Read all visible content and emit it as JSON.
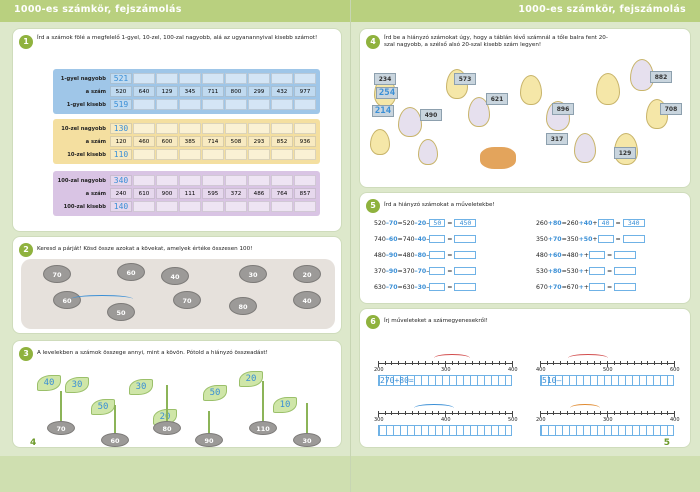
{
  "header": {
    "left_title": "1000-es számkör, fejszámolás",
    "right_title": "1000-es számkör, fejszámolás"
  },
  "page_numbers": {
    "left": "4",
    "right": "5"
  },
  "ex1": {
    "num": "1",
    "instruction": "Írd a számok fölé a megfelelő 1-gyel, 10-zel, 100-zal nagyobb, alá az ugyanannyival kisebb számot!",
    "tables": [
      {
        "color": "#9fc6e8",
        "rows": [
          {
            "label": "1-gyel nagyobb",
            "first": "521",
            "cells": [
              "",
              "",
              "",
              "",
              "",
              "",
              "",
              ""
            ]
          },
          {
            "label": "a szám",
            "first": "520",
            "cells": [
              "640",
              "129",
              "345",
              "711",
              "800",
              "299",
              "432",
              "977"
            ]
          },
          {
            "label": "1-gyel kisebb",
            "first": "519",
            "cells": [
              "",
              "",
              "",
              "",
              "",
              "",
              "",
              ""
            ]
          }
        ]
      },
      {
        "color": "#f4dfa0",
        "rows": [
          {
            "label": "10-zel nagyobb",
            "first": "130",
            "cells": [
              "",
              "",
              "",
              "",
              "",
              "",
              "",
              ""
            ]
          },
          {
            "label": "a szám",
            "first": "120",
            "cells": [
              "460",
              "600",
              "385",
              "714",
              "508",
              "293",
              "852",
              "936"
            ]
          },
          {
            "label": "10-zel kisebb",
            "first": "110",
            "cells": [
              "",
              "",
              "",
              "",
              "",
              "",
              "",
              ""
            ]
          }
        ]
      },
      {
        "color": "#d9c4e4",
        "rows": [
          {
            "label": "100-zal nagyobb",
            "first": "340",
            "cells": [
              "",
              "",
              "",
              "",
              "",
              "",
              "",
              ""
            ]
          },
          {
            "label": "a szám",
            "first": "240",
            "cells": [
              "610",
              "900",
              "111",
              "595",
              "372",
              "486",
              "764",
              "857"
            ]
          },
          {
            "label": "100-zal kisebb",
            "first": "140",
            "cells": [
              "",
              "",
              "",
              "",
              "",
              "",
              "",
              ""
            ]
          }
        ]
      }
    ]
  },
  "ex2": {
    "num": "2",
    "instruction": "Keresd a párját! Kösd össze azokat a kövekat, amelyek értéke összesen 100!",
    "stones": [
      "70",
      "60",
      "40",
      "30",
      "20",
      "60",
      "50",
      "70",
      "80",
      "40"
    ]
  },
  "ex3": {
    "num": "3",
    "instruction": "A levelekben a számok összege annyi, mint a kövön. Pótold a hiányzó összeadást!",
    "leaves": [
      "40",
      "30",
      "50",
      "30",
      "20",
      "50",
      "20",
      "10"
    ],
    "stones": [
      "70",
      "60",
      "80",
      "90",
      "110",
      "30"
    ]
  },
  "ex4": {
    "num": "4",
    "instruction": "Írd be a hiányzó számokat úgy, hogy a táblán lévő számnál a tőle balra fent 20-szal nagyobb, a szélső alsó 20-szal kisebb szám legyen!",
    "signs": [
      "234",
      "254",
      "214",
      "573",
      "621",
      "490",
      "882",
      "708",
      "896",
      "317",
      "129"
    ]
  },
  "ex5": {
    "num": "5",
    "instruction": "Írd a hiányzó számokat a műveletekbe!",
    "left": [
      {
        "a": "520",
        "op1": "–70",
        "eq": "=520",
        "op2": "–20",
        "op3": "–",
        "box": "50",
        "res": "450"
      },
      {
        "a": "740",
        "op1": "–60",
        "eq": "=740",
        "op2": "–40",
        "op3": "–",
        "box": "",
        "res": ""
      },
      {
        "a": "480",
        "op1": "–90",
        "eq": "=480",
        "op2": "–80",
        "op3": "–",
        "box": "",
        "res": ""
      },
      {
        "a": "370",
        "op1": "–90",
        "eq": "=370",
        "op2": "–70",
        "op3": "–",
        "box": "",
        "res": ""
      },
      {
        "a": "630",
        "op1": "–70",
        "eq": "=630",
        "op2": "–30",
        "op3": "–",
        "box": "",
        "res": ""
      }
    ],
    "right": [
      {
        "a": "260",
        "op1": "+80",
        "eq": "=260",
        "op2": "+40",
        "op3": "+",
        "box": "40",
        "res": "340"
      },
      {
        "a": "350",
        "op1": "+70",
        "eq": "=350",
        "op2": "+50",
        "op3": "+",
        "box": "",
        "res": ""
      },
      {
        "a": "480",
        "op1": "+60",
        "eq": "=480",
        "op2": "+",
        "op3": "+",
        "box": "",
        "res": ""
      },
      {
        "a": "530",
        "op1": "+80",
        "eq": "=530",
        "op2": "+",
        "op3": "+",
        "box": "",
        "res": ""
      },
      {
        "a": "670",
        "op1": "+70",
        "eq": "=670",
        "op2": "+",
        "op3": "+",
        "box": "",
        "res": ""
      }
    ]
  },
  "ex6": {
    "num": "6",
    "instruction": "Írj műveleteket a számegyenesekről!",
    "lines": [
      {
        "ticks": [
          "200",
          "300",
          "400"
        ],
        "answer": "270+80="
      },
      {
        "ticks": [
          "400",
          "500",
          "600"
        ],
        "answer": "510–"
      },
      {
        "ticks": [
          "300",
          "400",
          "500"
        ],
        "answer": ""
      },
      {
        "ticks": [
          "200",
          "300",
          "400"
        ],
        "answer": ""
      }
    ]
  }
}
